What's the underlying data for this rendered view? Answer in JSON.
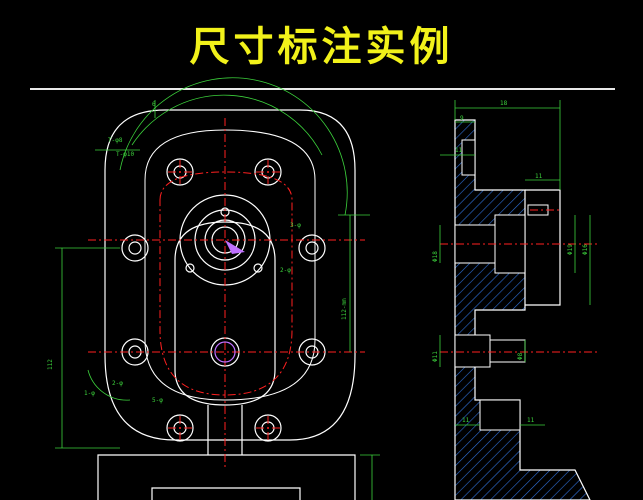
{
  "title": "尺寸标注实例",
  "colors": {
    "background": "#000000",
    "title": "#f2f21a",
    "outline": "#ffffff",
    "dimension": "#3cd23c",
    "centerline": "#ff2020",
    "hatch": "#2f6fd6",
    "highlight": "#c070ff"
  },
  "dimensions": {
    "top_left_tick": "6",
    "angled_1": "T-φ8",
    "angled_2": "T-φ10",
    "left_1": "2-φ",
    "left_2": "5-φ",
    "right_1": "3-φ",
    "right_2": "2-φ",
    "height_left": "112",
    "height_right": "112-mm",
    "small_left": "1-φ",
    "section_width": "18",
    "section_w2": "9",
    "section_11a": "11",
    "section_11b": "11",
    "phi19": "Φ19",
    "phi16": "Φ16",
    "phi_left": "Φ18",
    "phi_lower_left": "Φ11",
    "phi_lower_right": "Φ8",
    "bottom_left": "11",
    "bottom_right": "11"
  }
}
